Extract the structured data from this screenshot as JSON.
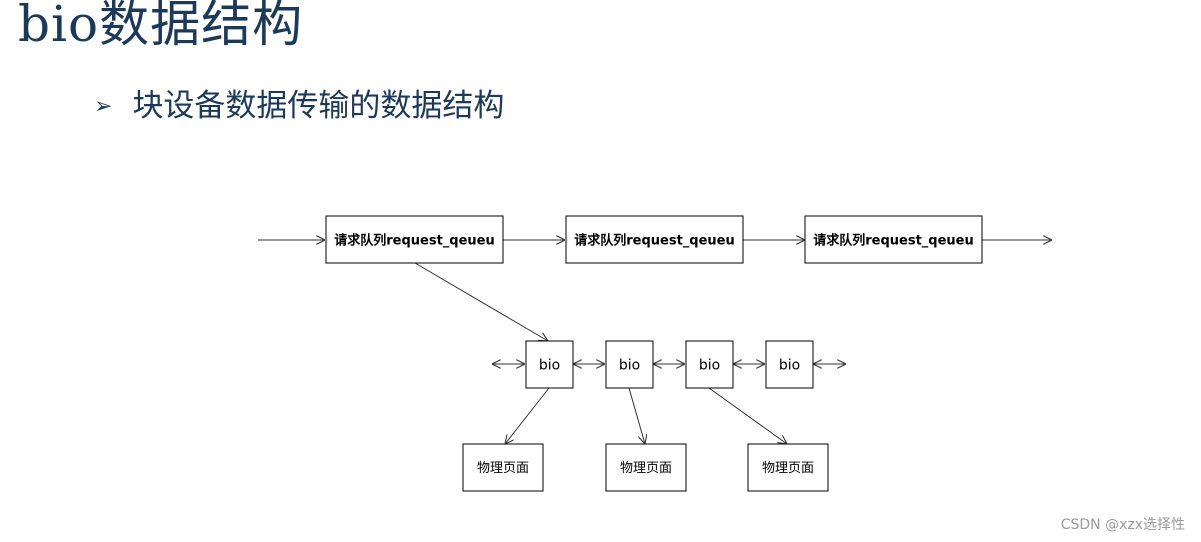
{
  "slide": {
    "title": "bio数据结构",
    "bullet_marker": "➢",
    "bullet_text": "块设备数据传输的数据结构"
  },
  "diagram": {
    "queues": [
      {
        "label": "请求队列request_qeueu"
      },
      {
        "label": "请求队列request_qeueu"
      },
      {
        "label": "请求队列request_qeueu"
      }
    ],
    "bios": [
      {
        "label": "bio"
      },
      {
        "label": "bio"
      },
      {
        "label": "bio"
      },
      {
        "label": "bio"
      }
    ],
    "pages": [
      {
        "label": "物理页面"
      },
      {
        "label": "物理页面"
      },
      {
        "label": "物理页面"
      }
    ]
  },
  "watermark": "CSDN @xzx选择性"
}
